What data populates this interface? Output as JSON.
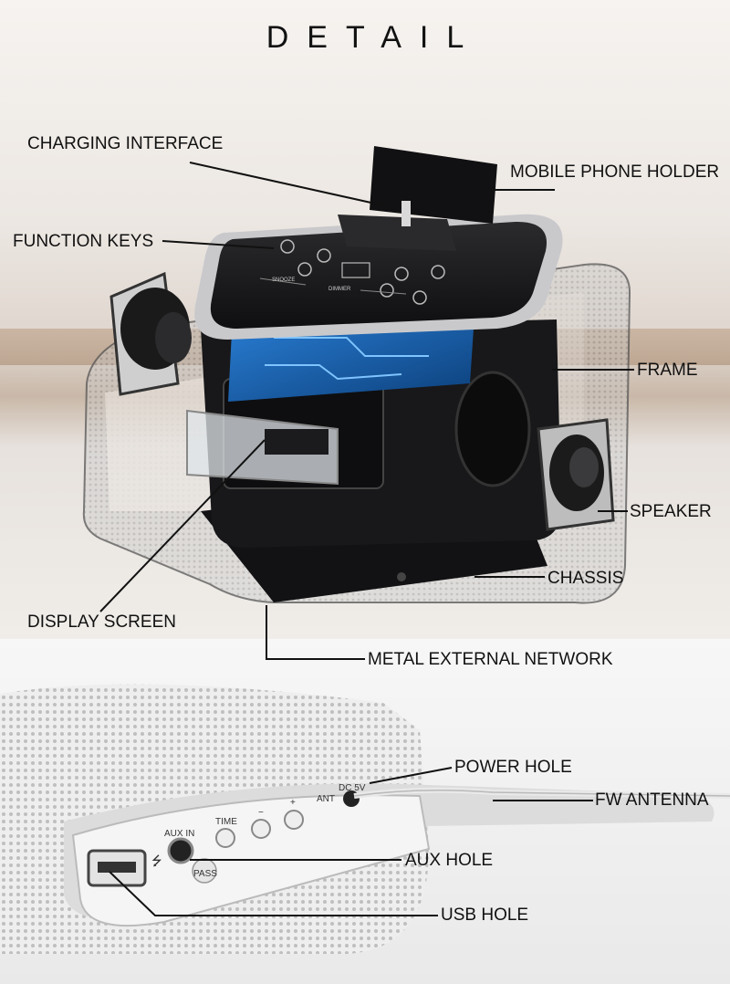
{
  "title": "DETAIL",
  "labels": {
    "charging_interface": "CHARGING INTERFACE",
    "mobile_phone_holder": "MOBILE PHONE HOLDER",
    "function_keys": "FUNCTION KEYS",
    "frame": "FRAME",
    "speaker": "SPEAKER",
    "chassis": "CHASSIS",
    "display_screen": "DISPLAY SCREEN",
    "metal_external_network": "METAL EXTERNAL NETWORK",
    "power_hole": "POWER HOLE",
    "fw_antenna": "FW ANTENNA",
    "aux_hole": "AUX HOLE",
    "usb_hole": "USB HOLE"
  },
  "device_markings": {
    "snooze": "SNOOZE",
    "dimmer": "DIMMER",
    "aux_in": "AUX IN",
    "time": "TIME",
    "minus": "−",
    "plus": "+",
    "ant": "ANT",
    "dc_5v": "DC 5V",
    "pass": "PASS",
    "usb_symbol": "⭍"
  },
  "colors": {
    "text": "#111111",
    "leader_line": "#111111",
    "device_dark": "#1c1c1e",
    "device_silver": "#c9c9cc",
    "screen_blue": "#1d67b8"
  }
}
